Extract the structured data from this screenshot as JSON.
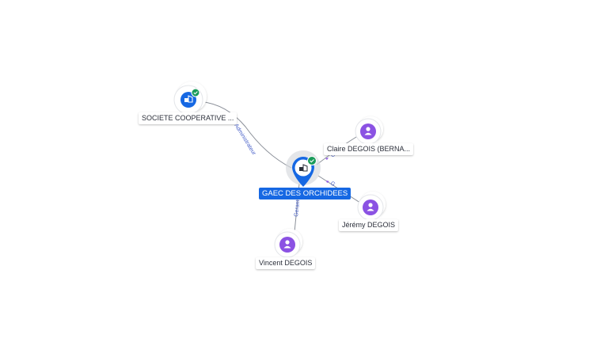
{
  "colors": {
    "company": "#1668e3",
    "person": "#8b52e3",
    "verified": "#1a9b5a",
    "edge": "#8a8f98",
    "edge_label": "#4a62c9"
  },
  "nodes": {
    "main": {
      "label": "GAEC DES ORCHIDEES",
      "icon": "building-icon",
      "verified": true
    },
    "coop": {
      "label": "SOCIETE COOPERATIVE ...",
      "icon": "building-icon",
      "verified": true
    },
    "claire": {
      "label": "Claire DEGOIS (BERNA...",
      "icon": "person-icon"
    },
    "jeremy": {
      "label": "Jérémy DEGOIS",
      "icon": "person-icon"
    },
    "vincent": {
      "label": "Vincent DEGOIS",
      "icon": "person-icon"
    }
  },
  "edges": {
    "coop_main": "Administrateur",
    "vincent_main": "Gerant",
    "claire_main": "G",
    "jeremy_main": "G"
  }
}
